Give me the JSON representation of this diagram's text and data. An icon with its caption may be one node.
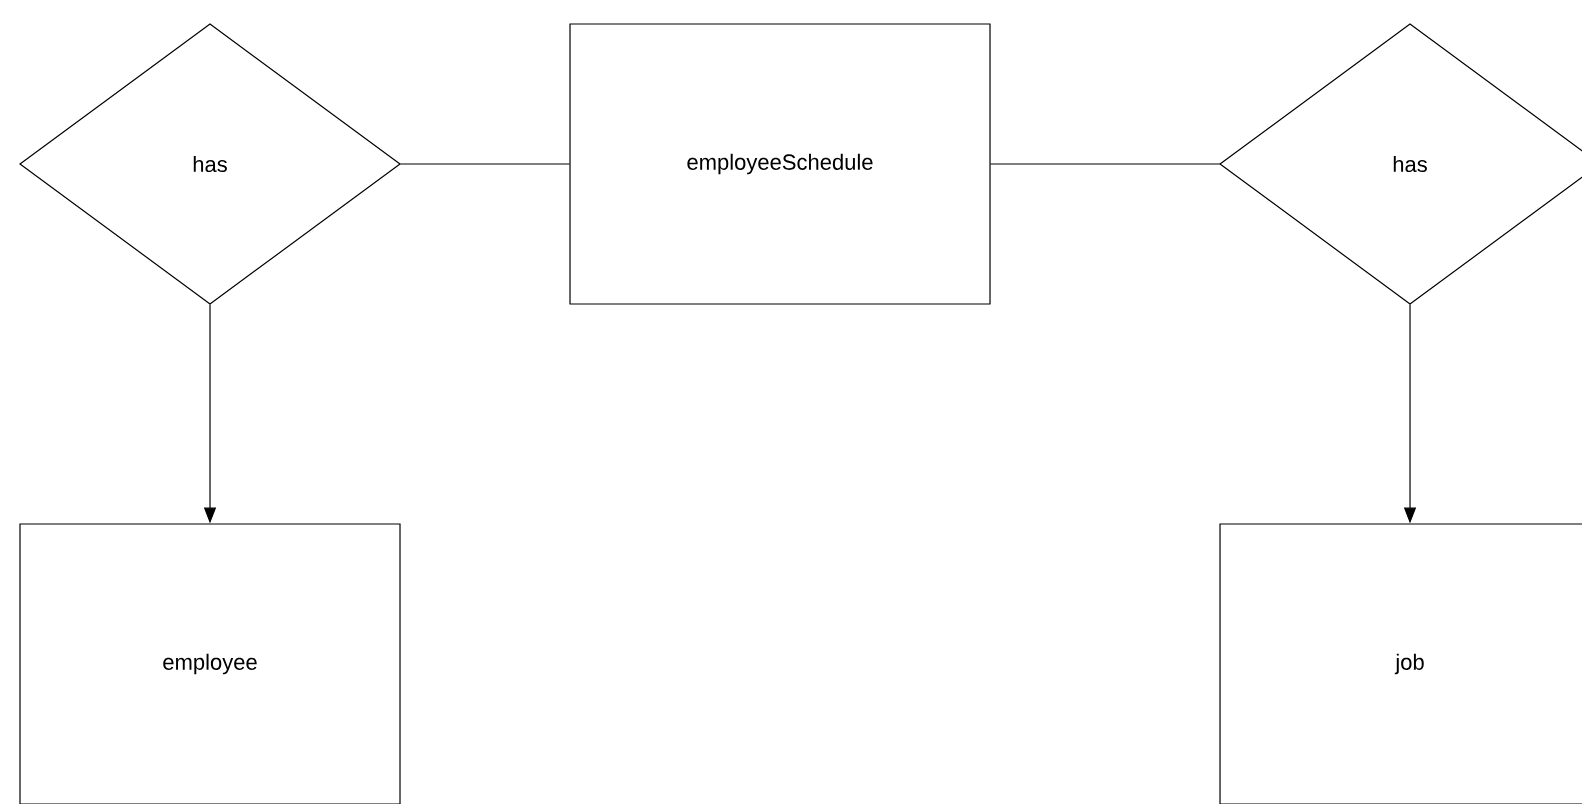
{
  "diagram": {
    "nodes": [
      {
        "text": [
          "has"
        ]
      },
      {
        "text": [
          "employeeSchedule"
        ]
      },
      {
        "text": [
          "has"
        ]
      },
      {
        "text": [
          "employee"
        ]
      },
      {
        "text": [
          "job"
        ]
      }
    ],
    "edges": [
      {
        "from": 0,
        "to": 1,
        "arrow": "none"
      },
      {
        "from": 1,
        "to": 2,
        "arrow": "none"
      },
      {
        "from": 0,
        "to": 3,
        "arrow": "to"
      },
      {
        "from": 2,
        "to": 4,
        "arrow": "to"
      }
    ]
  }
}
